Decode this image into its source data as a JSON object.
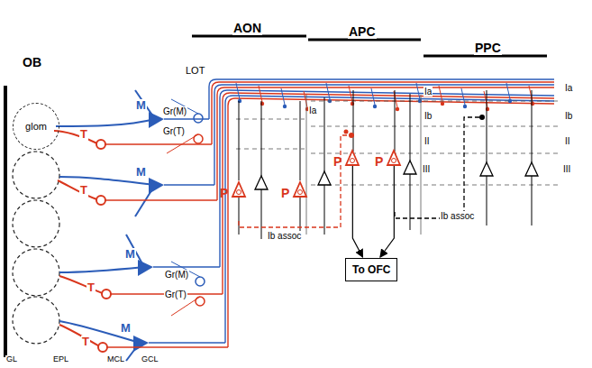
{
  "diagram": {
    "nodes": [
      {
        "text": [
          "glom"
        ]
      },
      {
        "text": [
          "P"
        ]
      },
      {
        "text": [
          "P"
        ]
      },
      {
        "text": [
          "P"
        ]
      },
      {
        "text": [
          "P"
        ]
      },
      {
        "text": [
          "To OFC"
        ]
      }
    ],
    "edges": [
      {
        "from": 3,
        "to": 5,
        "arrow": "to"
      },
      {
        "from": 4,
        "to": 5,
        "arrow": "to"
      }
    ],
    "labels": [
      "OB",
      "AON",
      "APC",
      "PPC",
      "LOT",
      "T",
      "T",
      "T",
      "T",
      "M",
      "M",
      "M",
      "M",
      "Gr(M)",
      "Gr(T)",
      "Gr(M)",
      "Gr(T)",
      "Ia",
      "Ia",
      "Ib",
      "II",
      "III",
      "Ia",
      "Ib",
      "II",
      "III",
      "Ib assoc",
      "Ib assoc",
      "GL",
      "EPL",
      "MCL",
      "GCL"
    ]
  }
}
